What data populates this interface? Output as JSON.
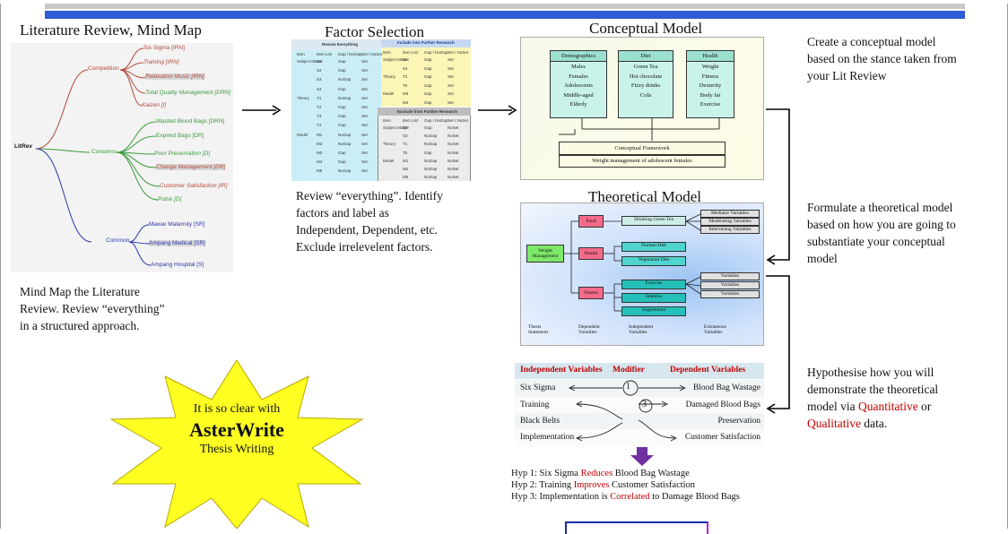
{
  "headings": {
    "lit_review": "Literature  Review, Mind Map",
    "factor_selection": "Factor Selection",
    "conceptual_model": "Conceptual Model",
    "theoretical_model": "Theoretical Model"
  },
  "mind_map": {
    "root": "LitRev",
    "branches": [
      {
        "label": "Competition",
        "color": "#b24a3a",
        "leaves": [
          "Six Sigma  [IRN]",
          "Training  [IRN]",
          "Relaxation Music  [IRN]",
          "Total Quality Management  [DRN]",
          "Kaizen  [I]"
        ]
      },
      {
        "label": "Concerns",
        "color": "#3a9a3a",
        "leaves": [
          "Wasted Blood Bags  [DRN]",
          "Expired Bags  [DR]",
          "Poor Preservation  [D]",
          "Change Management  [DR]",
          "Customer Satisfaction  [IR]",
          "Pulse  [D]"
        ]
      },
      {
        "label": "Common",
        "color": "#2a3aa8",
        "leaves": [
          "Mawar Maternity  [SR]",
          "Ampang Medical  [SR]",
          "Ampang Hospital  [S]"
        ]
      }
    ]
  },
  "captions": {
    "lit_review": [
      "Mind Map the Literature",
      "Review.  Review  “everything”",
      "in  a structured  approach."
    ],
    "factor_selection": [
      "Review  “everything”.  Identify",
      "factors and label as",
      "Independent,  Dependent,  etc.",
      "Exclude  irrelevelent  factors."
    ],
    "conceptual": [
      "Create  a conceptual  model",
      "based on the stance taken from",
      "your  Lit Review"
    ],
    "theoretical": [
      "Formulate  a theoretical  model",
      "based on how you are going  to",
      "substantiate  your  conceptual",
      "model"
    ],
    "hypothesise": {
      "line1": "Hypothesise  how  you will",
      "line2": "demonstrate  the theoretical",
      "line3_pre": "model via ",
      "line3_red": "Quantitative",
      "line3_post": "  or",
      "line4_red": "Qualitative",
      "line4_post": "  data."
    }
  },
  "factor_table": {
    "review_title": "Review Everything",
    "include_title": "Include into Further Research",
    "exclude_title": "Exclude from Further Research",
    "columns": [
      "Item",
      "Item List",
      "Gap / NoGap",
      "Set / NoSet"
    ],
    "left_rows": [
      [
        "Subject Matter",
        "S1",
        "Gap",
        "Set"
      ],
      [
        "",
        "S2",
        "Gap",
        "Set"
      ],
      [
        "",
        "S3",
        "NoGap",
        "Set"
      ],
      [
        "",
        "S4",
        "Gap",
        "Set"
      ],
      [
        "Theory",
        "T1",
        "NoGap",
        "Set"
      ],
      [
        "",
        "T2",
        "Gap",
        "Set"
      ],
      [
        "",
        "T3",
        "Gap",
        "Set"
      ],
      [
        "",
        "T4",
        "Gap",
        "Set"
      ],
      [
        "Model",
        "M1",
        "NoGap",
        "Set"
      ],
      [
        "",
        "M2",
        "NoGap",
        "Set"
      ],
      [
        "",
        "M3",
        "Gap",
        "Set"
      ],
      [
        "",
        "M4",
        "Gap",
        "Set"
      ],
      [
        "",
        "M5",
        "NoGap",
        "Set"
      ]
    ],
    "include_rows": [
      [
        "Subject Matter",
        "S1",
        "Gap",
        "Set"
      ],
      [
        "",
        "S4",
        "Gap",
        "Set"
      ],
      [
        "Theory",
        "T2",
        "Gap",
        "Set"
      ],
      [
        "",
        "T6",
        "Gap",
        "Set"
      ],
      [
        "Model",
        "M3",
        "Gap",
        "Set"
      ],
      [
        "",
        "M4",
        "Gap",
        "Set"
      ]
    ],
    "exclude_rows": [
      [
        "Subject Matter",
        "S2",
        "Gap",
        "NoSet"
      ],
      [
        "",
        "S3",
        "NoGap",
        "NoSet"
      ],
      [
        "Theory",
        "T1",
        "NoGap",
        "NoSet"
      ],
      [
        "",
        "T5",
        "Gap",
        "NoSet"
      ],
      [
        "Model",
        "M1",
        "NoGap",
        "NoSet"
      ],
      [
        "",
        "M2",
        "NoGap",
        "NoSet"
      ],
      [
        "",
        "M5",
        "NoGap",
        "NoSet"
      ]
    ]
  },
  "conceptual_model": {
    "columns": [
      {
        "title": "Demographics",
        "items": [
          "Males",
          "Females",
          "Adolescents",
          "Middle-aged",
          "Elderly"
        ]
      },
      {
        "title": "Diet",
        "items": [
          "Green Tea",
          "Hot chocolate",
          "Fizzy drinks",
          "Cola"
        ]
      },
      {
        "title": "Health",
        "items": [
          "Weight",
          "Fitness",
          "Dexterity",
          "Body fat",
          "Exercise"
        ]
      }
    ],
    "framework": "Conceptual Framework",
    "framework_sub": "Weight management of adolescent females"
  },
  "theoretical_model": {
    "thesis": "Weight Management",
    "independents": [
      "Food",
      "Health",
      "Fitness"
    ],
    "dependents": [
      "Drinking Green Tea",
      "Normal Diet",
      "Vegetarian Diet",
      "Exercise",
      "Stamina",
      "Supplement"
    ],
    "moderators": [
      "Mediator Variables",
      "Moderating Variables",
      "Intervening Variables"
    ],
    "extraneous": [
      "Variables",
      "Variables",
      "Variables"
    ],
    "bottom_labels": [
      "Thesis Statement",
      "Dependent Variables",
      "Independent Variables",
      "Extraneous Variables"
    ]
  },
  "hypothesis_table": {
    "headers": [
      "Independent Variables",
      "Modifier",
      "Dependent Variables"
    ],
    "left": [
      "Six Sigma",
      "Training",
      "Black Belts",
      "Implementation"
    ],
    "right": [
      "Blood Bag Wastage",
      "Damaged Blood Bags",
      "Preservation",
      "Customer Satisfaction"
    ],
    "markers": [
      "1",
      "3"
    ]
  },
  "hypotheses": [
    {
      "pre": "Hyp 1: Six Sigma ",
      "red": "Reduces",
      "post": " Blood Bag Wastage"
    },
    {
      "pre": "Hyp 2: Training ",
      "red": "Improves",
      "post": " Customer Satisfaction"
    },
    {
      "pre": "Hyp 3: Implementation is ",
      "red": "Correlated",
      "post": " to Damage Blood Bags"
    }
  ],
  "star": {
    "line1": "It is so clear with",
    "brand": "AsterWrite",
    "line3": "Thesis Writing"
  },
  "colors": {
    "accent_blue": "#2e5bd6",
    "hyp_red": "#c00000",
    "star_yellow": "#ffff22",
    "down_arrow": "#7030a0"
  }
}
